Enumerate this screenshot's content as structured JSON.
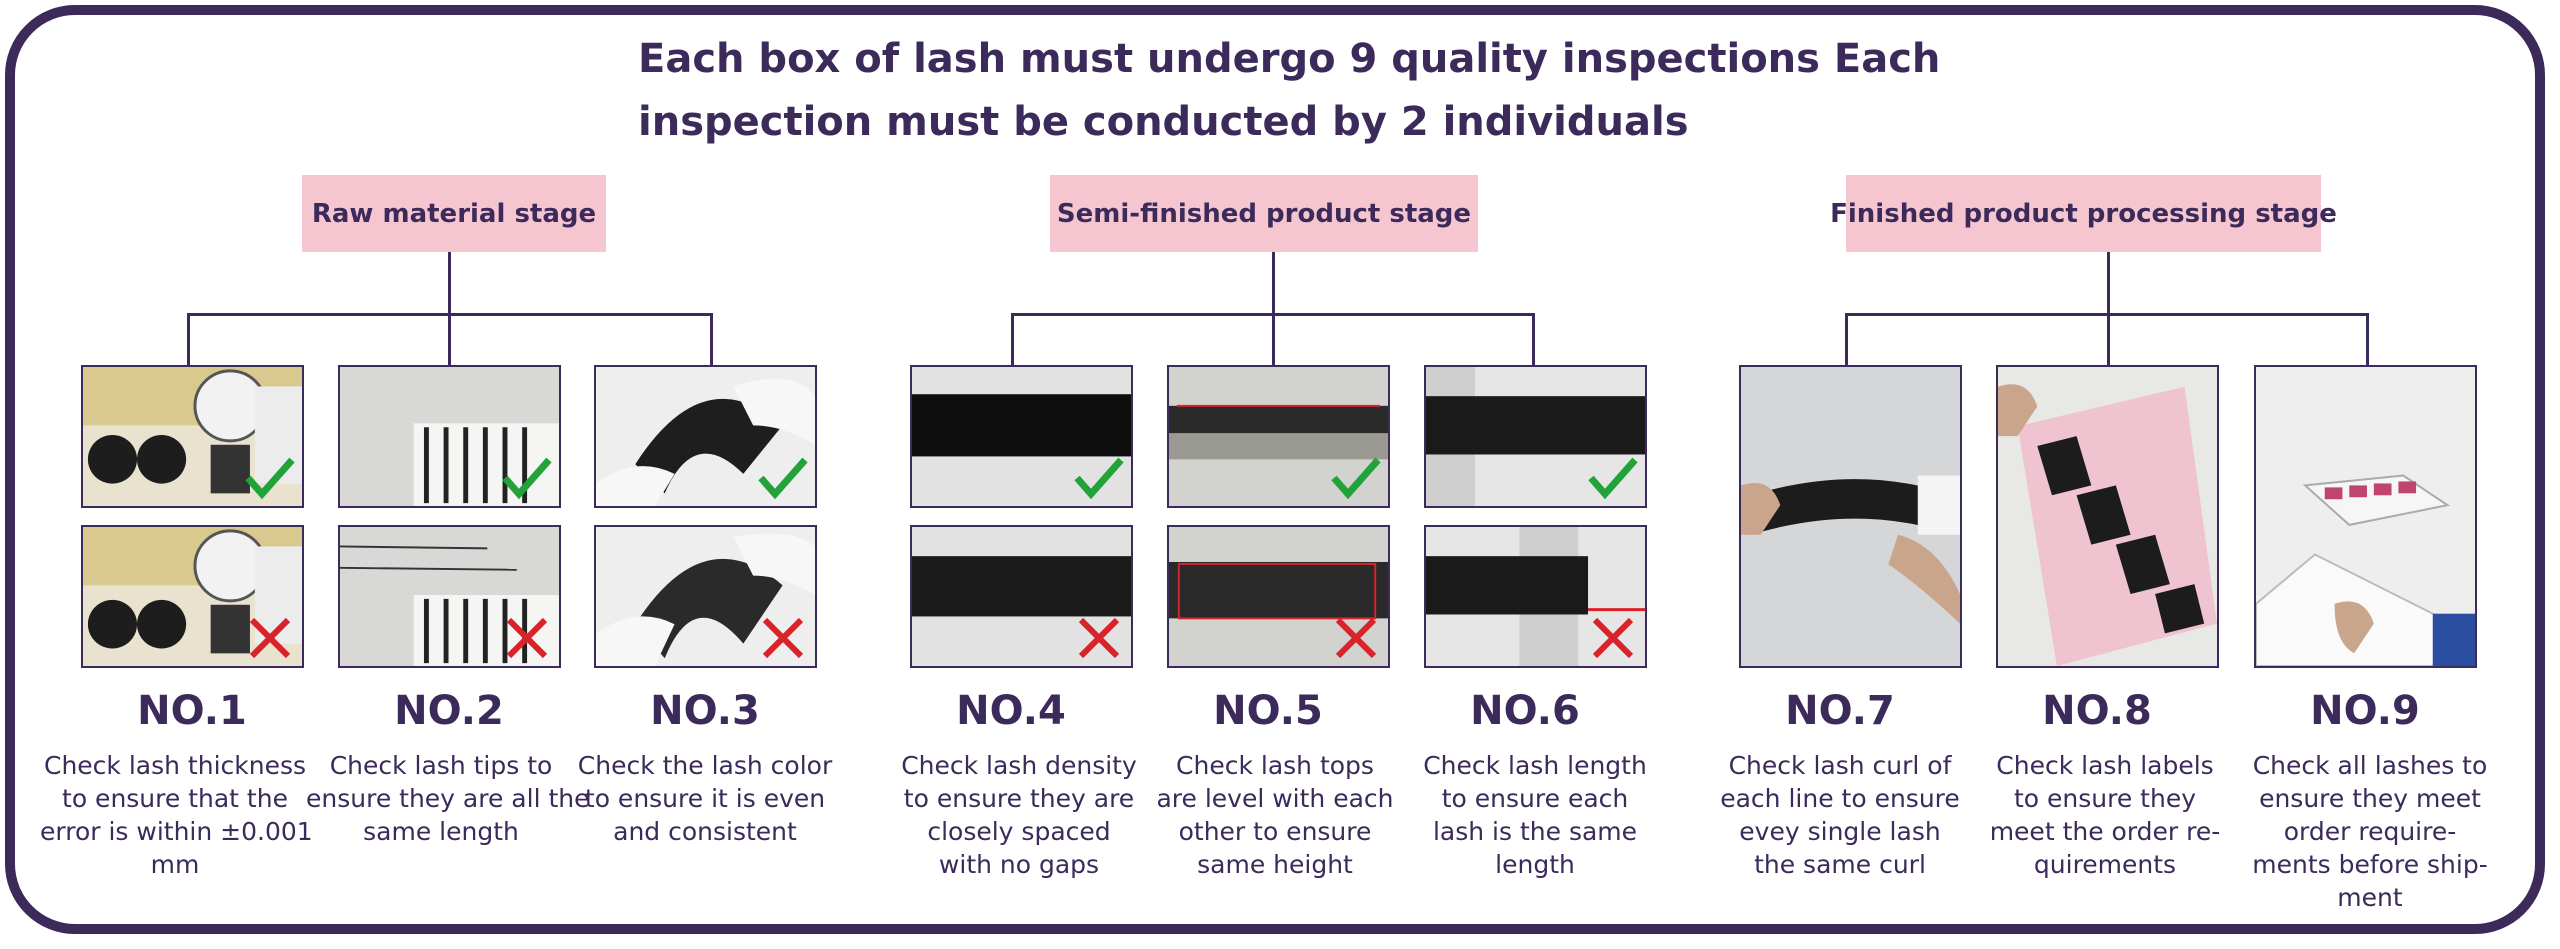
{
  "title": {
    "line1": "Each box of lash must undergo 9 quality inspections Each",
    "line2": "inspection must be conducted by 2 individuals"
  },
  "stages": [
    {
      "label": "Raw material stage"
    },
    {
      "label": "Semi-finished product stage"
    },
    {
      "label": "Finished product processing stage"
    }
  ],
  "inspections": [
    {
      "no": "NO.1",
      "lines": [
        "Check lash thickness",
        "to ensure that the",
        "error is within ±0.001",
        "mm"
      ],
      "marks": [
        "check",
        "cross"
      ]
    },
    {
      "no": "NO.2",
      "lines": [
        "Check lash tips to",
        "ensure they are all the",
        "same length"
      ],
      "marks": [
        "check",
        "cross"
      ]
    },
    {
      "no": "NO.3",
      "lines": [
        "Check the lash color",
        "to ensure it is even",
        "and consistent"
      ],
      "marks": [
        "check",
        "cross"
      ]
    },
    {
      "no": "NO.4",
      "lines": [
        "Check lash density",
        "to ensure they are",
        "closely spaced",
        "with no gaps"
      ],
      "marks": [
        "check",
        "cross"
      ]
    },
    {
      "no": "NO.5",
      "lines": [
        "Check lash tops",
        "are level with each",
        "other to ensure",
        "same height"
      ],
      "marks": [
        "check",
        "cross"
      ]
    },
    {
      "no": "NO.6",
      "lines": [
        "Check lash length",
        "to ensure each",
        "lash is the same",
        "length"
      ],
      "marks": [
        "check",
        "cross"
      ]
    },
    {
      "no": "NO.7",
      "lines": [
        "Check lash curl of",
        "each line to ensure",
        "evey single lash",
        "the same curl"
      ],
      "marks": []
    },
    {
      "no": "NO.8",
      "lines": [
        "Check lash labels",
        "to ensure they",
        "meet the order re-",
        "quirements"
      ],
      "marks": []
    },
    {
      "no": "NO.9",
      "lines": [
        "Check all lashes to",
        "ensure they meet",
        "order require-",
        "ments before ship-",
        "ment"
      ],
      "marks": []
    }
  ],
  "colors": {
    "frame": "#3b2a5a",
    "stage_bg": "#f5c6d0",
    "check": "#21a33a",
    "cross": "#d8232a"
  },
  "icons": {
    "pass": "checkmark-icon",
    "fail": "cross-icon"
  }
}
